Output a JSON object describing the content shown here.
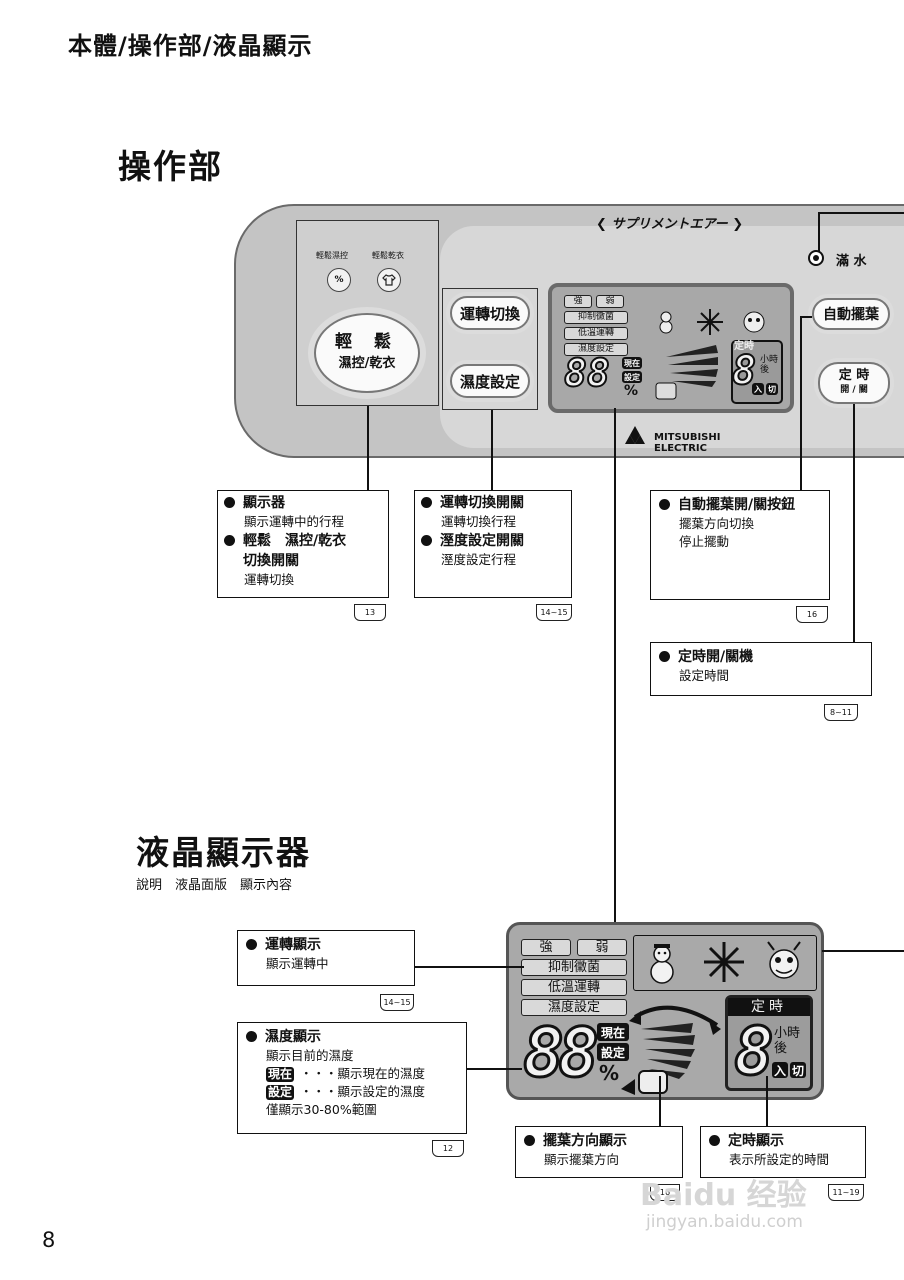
{
  "header": {
    "title": "本體/操作部/液晶顯示"
  },
  "section1": {
    "title": "操作部"
  },
  "panel": {
    "brand": "サプリメントエアー",
    "full_water": "滿 水",
    "humidity_mode_label": "輕鬆濕控",
    "dry_mode_label": "輕鬆乾衣",
    "humidity_icon": "%",
    "main_button_line1": "輕 鬆",
    "main_button_line2": "濕控/乾衣",
    "run_switch": "運轉切換",
    "humidity_set": "濕度設定",
    "auto_louver": "自動擺葉",
    "timer_line1": "定 時",
    "timer_line2": "開 / 關",
    "maker": "MITSUBISHI ELECTRIC"
  },
  "callouts": {
    "display": {
      "title1": "顯示器",
      "desc1": "顯示運轉中的行程",
      "title2a": "輕鬆　濕控/乾衣",
      "title2b": "切換開關",
      "desc2": "運轉切換",
      "page": "13"
    },
    "run": {
      "title1": "運轉切換開關",
      "desc1": "運轉切換行程",
      "title2": "溼度設定開關",
      "desc2": "溼度設定行程",
      "page": "14~15"
    },
    "louver": {
      "title": "自動擺葉開/關按鈕",
      "desc1": "擺葉方向切換",
      "desc2": "停止擺動",
      "page": "16"
    },
    "timer": {
      "title": "定時開/關機",
      "desc": "設定時間",
      "page": "8~11"
    }
  },
  "section2": {
    "title": "液晶顯示器",
    "subtitle": "說明　液晶面版　顯示內容"
  },
  "lcd": {
    "strong": "強",
    "weak": "弱",
    "antibac": "抑制黴菌",
    "lowtemp": "低溫運轉",
    "humset": "濕度設定",
    "digits": "88",
    "now": "現在",
    "set": "設定",
    "percent": "%",
    "timer_title": "定時",
    "timer_digit": "8",
    "hours": "小時",
    "after": "後",
    "on": "入",
    "off": "切"
  },
  "callouts2": {
    "run_display": {
      "title": "運轉顯示",
      "desc": "顯示運轉中",
      "page": "14~15"
    },
    "humidity_display": {
      "title": "濕度顯示",
      "desc": "顯示目前的濕度",
      "now_tag": "現在",
      "now_desc": "・・・顯示現在的濕度",
      "set_tag": "設定",
      "set_desc": "・・・顯示設定的濕度",
      "range": "僅顯示30-80%範圍",
      "page": "12"
    },
    "louver_display": {
      "title": "擺葉方向顯示",
      "desc": "顯示擺葉方向",
      "page": "16"
    },
    "timer_display": {
      "title": "定時顯示",
      "desc": "表示所設定的時間",
      "page": "11~19"
    }
  },
  "watermark": {
    "brand": "Baidu 经验",
    "url": "jingyan.baidu.com"
  },
  "page_number": "8"
}
